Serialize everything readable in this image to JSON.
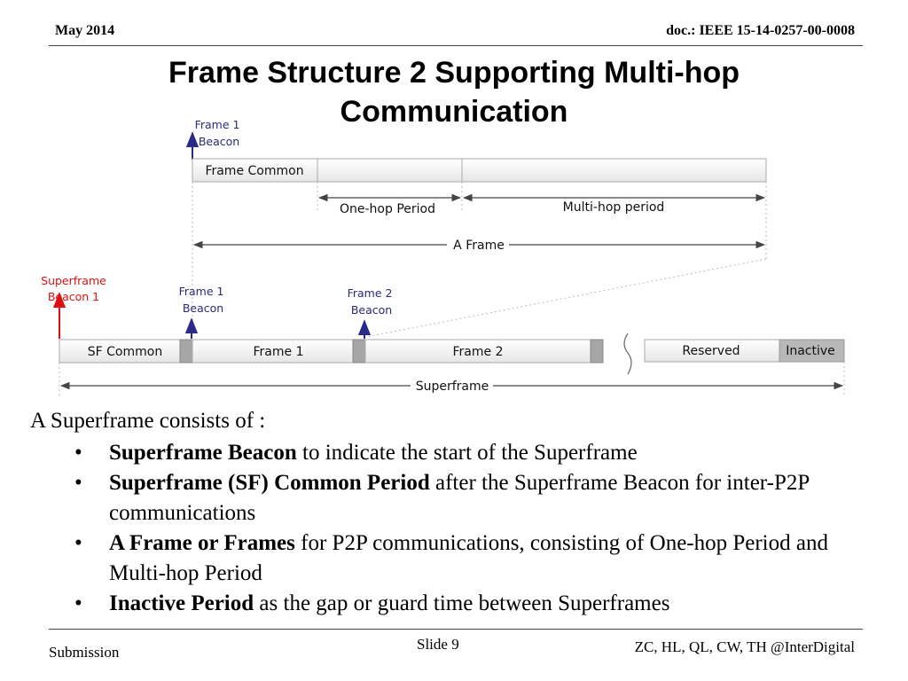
{
  "header": {
    "date": "May 2014",
    "doc": "doc.: IEEE 15-14-0257-00-0008"
  },
  "title": {
    "line1": "Frame Structure 2 Supporting Multi-hop",
    "line2": "Communication"
  },
  "diagram": {
    "top_beacon": [
      "Frame 1",
      "Beacon"
    ],
    "frame_common": "Frame Common",
    "one_hop": "One-hop Period",
    "multi_hop": "Multi-hop period",
    "a_frame": "A Frame",
    "sf_beacon": [
      "Superframe",
      "Beacon 1"
    ],
    "frame1_beacon": [
      "Frame 1",
      "Beacon"
    ],
    "frame2_beacon": [
      "Frame 2",
      "Beacon"
    ],
    "sf_common": "SF Common",
    "frame1": "Frame 1",
    "frame2": "Frame 2",
    "reserved": "Reserved",
    "inactive": "Inactive",
    "superframe": "Superframe"
  },
  "body": {
    "intro": "A Superframe consists of :",
    "bullets": [
      {
        "bold": "Superframe Beacon",
        "rest": " to indicate the start of the Superframe"
      },
      {
        "bold": "Superframe (SF) Common Period",
        "rest": " after the Superframe Beacon for inter-P2P communications"
      },
      {
        "bold": "A Frame or Frames",
        "rest": " for P2P communications, consisting of One-hop Period and Multi-hop Period"
      },
      {
        "bold": "Inactive Period",
        "rest": " as the gap or guard time between Superframes"
      }
    ]
  },
  "footer": {
    "left": "Submission",
    "center": "Slide 9",
    "right": "ZC, HL, QL, CW, TH @InterDigital"
  },
  "colors": {
    "beacon_arrow": "#2a2a8a",
    "sf_beacon_arrow": "#e01010",
    "guard_block": "#a6a6a6",
    "inactive_block": "#b8b8b8"
  }
}
